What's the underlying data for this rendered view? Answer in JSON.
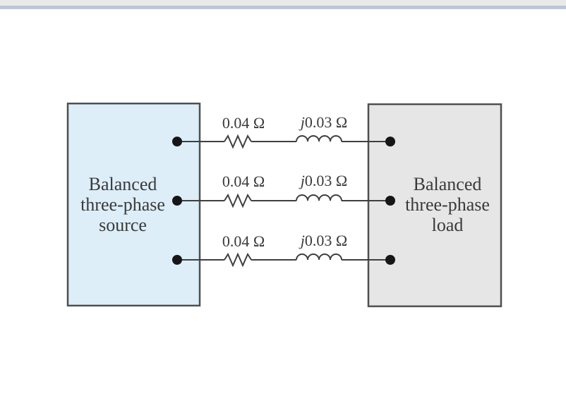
{
  "window": {
    "top_strip_color": "#e9e9ea",
    "top_accent_color": "#bcc7d4"
  },
  "diagram": {
    "wire_color": "#3f3f3f",
    "terminal_color": "#161616",
    "box_border_color": "#4f4f4f",
    "text_color": "#3a3a3a",
    "source_box": {
      "fill": "#ddeef9",
      "line1": "Balanced",
      "line2": "three-phase",
      "line3": "source"
    },
    "load_box": {
      "fill": "#e6e6e6",
      "line1": "Balanced",
      "line2": "three-phase",
      "line3": "load"
    },
    "phase_lines": [
      {
        "resistance": "0.04 Ω",
        "reactance_prefix": "j",
        "reactance_value": "0.03 Ω"
      },
      {
        "resistance": "0.04 Ω",
        "reactance_prefix": "j",
        "reactance_value": "0.03 Ω"
      },
      {
        "resistance": "0.04 Ω",
        "reactance_prefix": "j",
        "reactance_value": "0.03 Ω"
      }
    ]
  }
}
